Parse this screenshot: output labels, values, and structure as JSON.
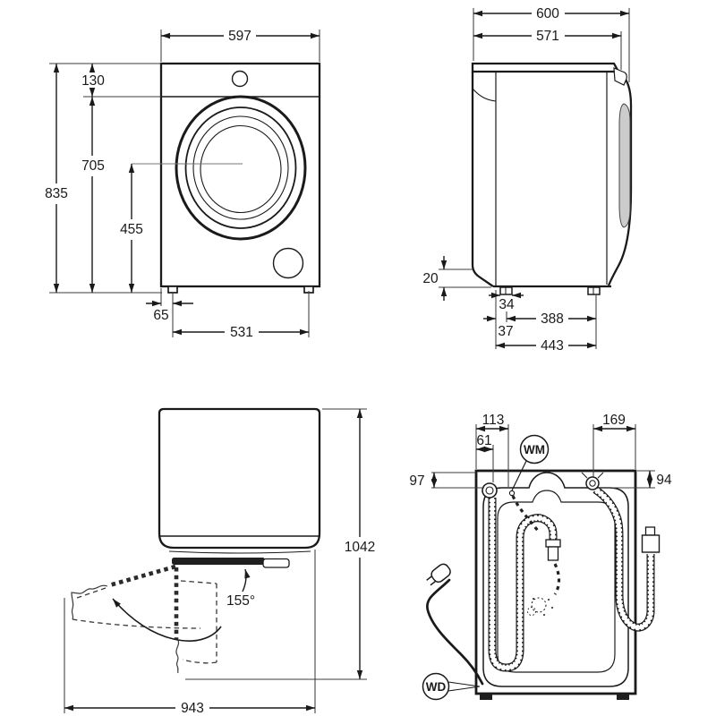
{
  "title": "washing-machine-dimensions-diagram",
  "colors": {
    "line": "#1a1a1a",
    "extension_line": "#3c3c3c",
    "background": "#ffffff",
    "dark_fill": "#1f1f1f"
  },
  "views": {
    "front": {
      "width": "597",
      "control_panel_height": "130",
      "body_height": "705",
      "total_height": "835",
      "door_center_height": "455",
      "foot_inset": "65",
      "feet_distance": "531"
    },
    "side": {
      "total_depth": "600",
      "lid_depth": "571",
      "plinth_height": "20",
      "foot_width": "34",
      "feet_distance": "388",
      "foot_setback": "37",
      "base_depth": "443"
    },
    "top": {
      "door_open_angle": "155°",
      "depth_door_open": "1042",
      "width_door_open": "943"
    },
    "rear": {
      "drain_hose_offset": "113",
      "cord_corner_offset": "61",
      "inlet_hose_offset": "169",
      "left_port_depth": "97",
      "right_port_depth": "94",
      "water_connection_label": "WM",
      "drain_connection_label": "WD"
    }
  }
}
